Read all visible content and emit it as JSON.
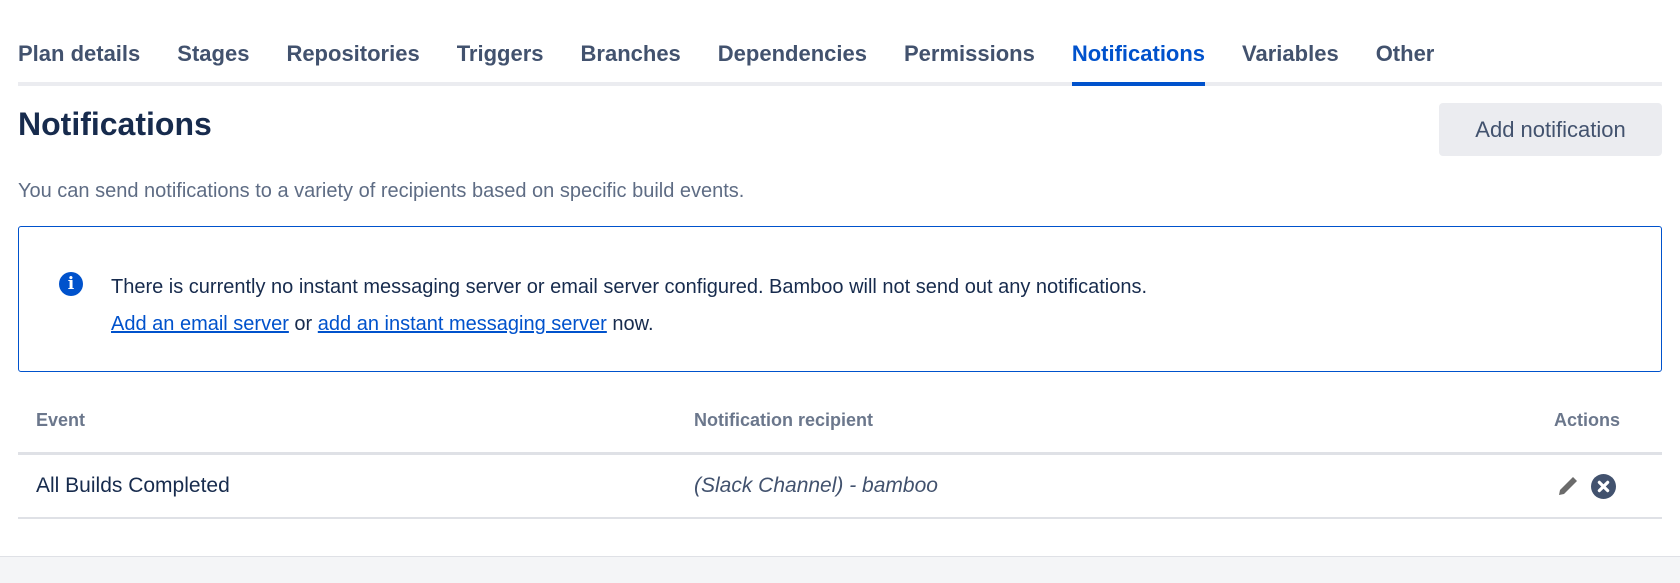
{
  "tabs": [
    {
      "label": "Plan details"
    },
    {
      "label": "Stages"
    },
    {
      "label": "Repositories"
    },
    {
      "label": "Triggers"
    },
    {
      "label": "Branches"
    },
    {
      "label": "Dependencies"
    },
    {
      "label": "Permissions"
    },
    {
      "label": "Notifications",
      "active": true
    },
    {
      "label": "Variables"
    },
    {
      "label": "Other"
    }
  ],
  "page": {
    "title": "Notifications",
    "add_button": "Add notification",
    "description": "You can send notifications to a variety of recipients based on specific build events."
  },
  "info": {
    "icon": "info-icon",
    "message": "There is currently no instant messaging server or email server configured. Bamboo will not send out any notifications.",
    "link1": "Add an email server",
    "or": " or ",
    "link2": "add an instant messaging server",
    "suffix": " now."
  },
  "table": {
    "headers": {
      "event": "Event",
      "recipient": "Notification recipient",
      "actions": "Actions"
    },
    "rows": [
      {
        "event": "All Builds Completed",
        "recipient": "(Slack Channel) - bamboo",
        "actions": [
          "edit-icon",
          "delete-icon"
        ]
      }
    ]
  }
}
